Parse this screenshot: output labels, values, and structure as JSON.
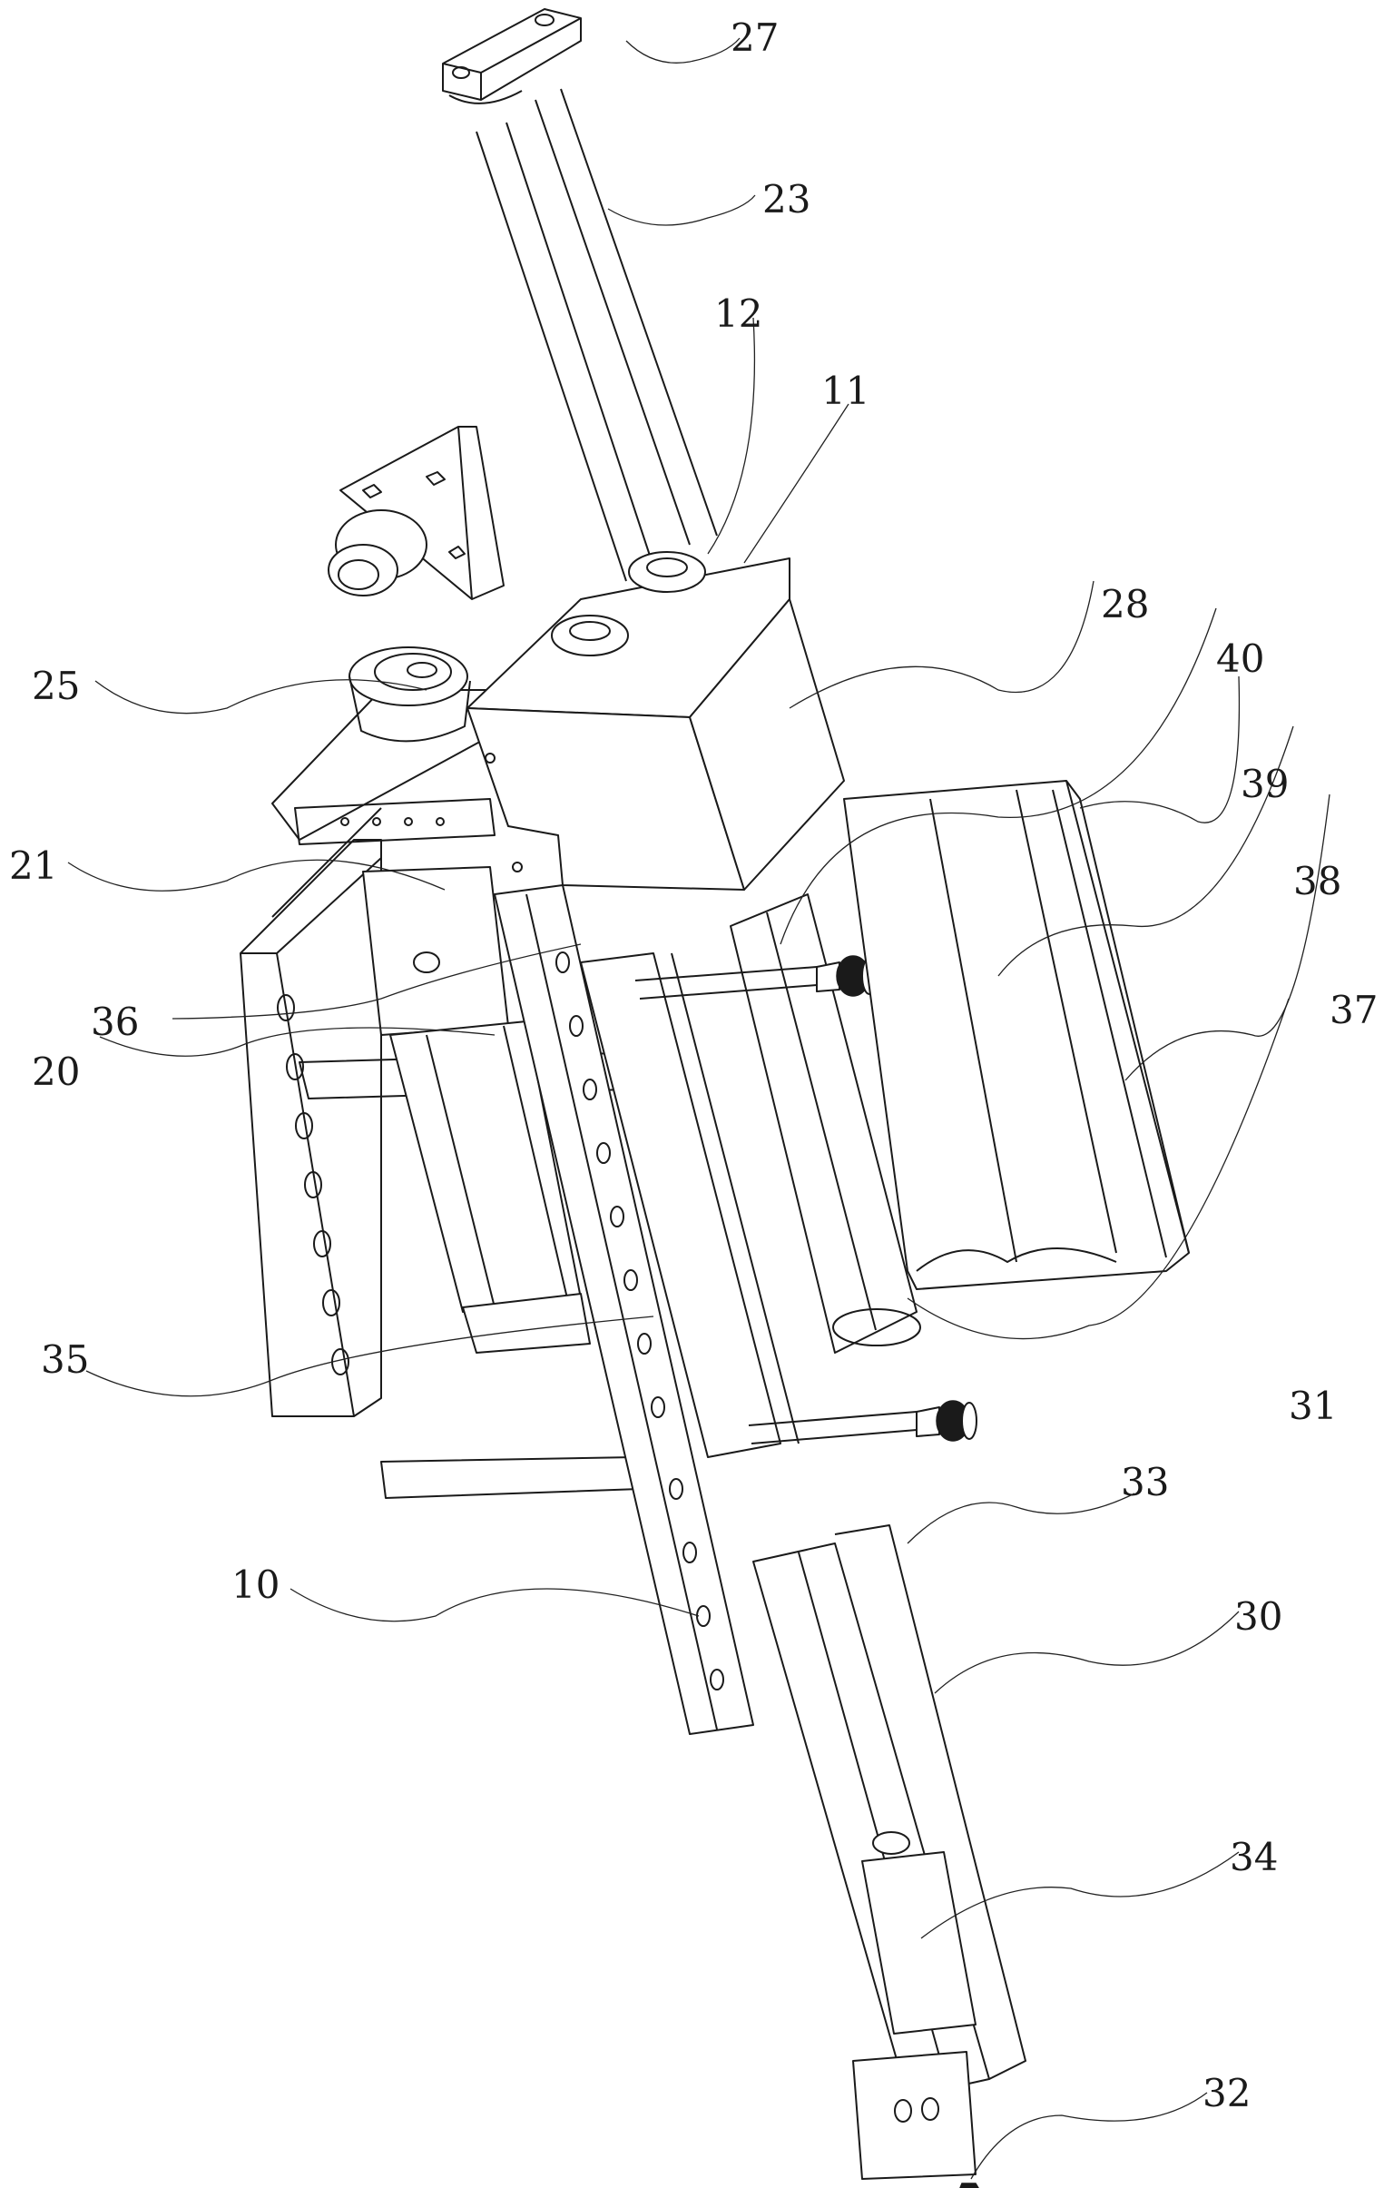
{
  "figure": {
    "type": "patent mechanical perspective drawing",
    "labels": [
      {
        "id": "label-27",
        "text": "27"
      },
      {
        "id": "label-23",
        "text": "23"
      },
      {
        "id": "label-12",
        "text": "12"
      },
      {
        "id": "label-11",
        "text": "11"
      },
      {
        "id": "label-28",
        "text": "28"
      },
      {
        "id": "label-40",
        "text": "40"
      },
      {
        "id": "label-25",
        "text": "25"
      },
      {
        "id": "label-39",
        "text": "39"
      },
      {
        "id": "label-38",
        "text": "38"
      },
      {
        "id": "label-21",
        "text": "21"
      },
      {
        "id": "label-37",
        "text": "37"
      },
      {
        "id": "label-36",
        "text": "36"
      },
      {
        "id": "label-20",
        "text": "20"
      },
      {
        "id": "label-35",
        "text": "35"
      },
      {
        "id": "label-31",
        "text": "31"
      },
      {
        "id": "label-33",
        "text": "33"
      },
      {
        "id": "label-10",
        "text": "10"
      },
      {
        "id": "label-30",
        "text": "30"
      },
      {
        "id": "label-34",
        "text": "34"
      },
      {
        "id": "label-32",
        "text": "32"
      }
    ]
  }
}
